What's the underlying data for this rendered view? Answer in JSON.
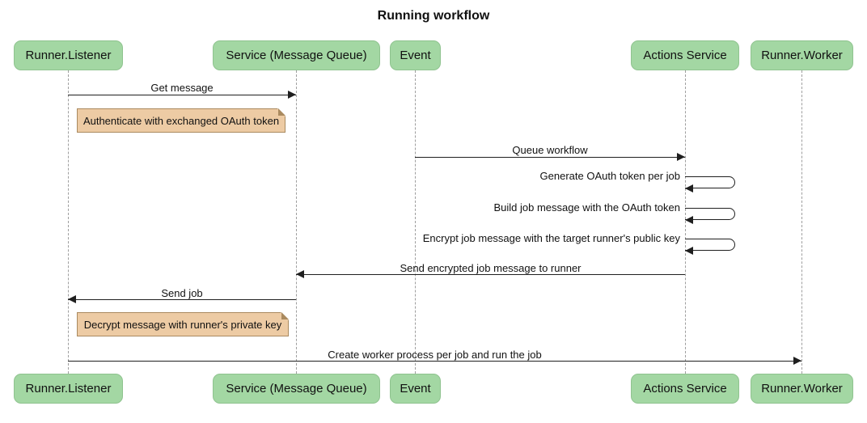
{
  "title": "Running workflow",
  "participants": [
    {
      "id": "runner-listener",
      "label": "Runner.Listener"
    },
    {
      "id": "service-message-queue",
      "label": "Service (Message Queue)"
    },
    {
      "id": "event",
      "label": "Event"
    },
    {
      "id": "actions-service",
      "label": "Actions Service"
    },
    {
      "id": "runner-worker",
      "label": "Runner.Worker"
    }
  ],
  "messages": {
    "get_message": {
      "label": "Get message",
      "from": "Runner.Listener",
      "to": "Service (Message Queue)"
    },
    "queue_workflow": {
      "label": "Queue workflow",
      "from": "Event",
      "to": "Actions Service"
    },
    "generate_token": {
      "label": "Generate OAuth token per job",
      "from": "Actions Service",
      "to": "Actions Service"
    },
    "build_job_message": {
      "label": "Build job message with the OAuth token",
      "from": "Actions Service",
      "to": "Actions Service"
    },
    "encrypt_job_message": {
      "label": "Encrypt job message with the target runner's public key",
      "from": "Actions Service",
      "to": "Actions Service"
    },
    "send_encrypted_job": {
      "label": "Send encrypted job message to runner",
      "from": "Actions Service",
      "to": "Service (Message Queue)"
    },
    "send_job": {
      "label": "Send job",
      "from": "Service (Message Queue)",
      "to": "Runner.Listener"
    },
    "create_worker": {
      "label": "Create worker process per job and run the job",
      "from": "Runner.Listener",
      "to": "Runner.Worker"
    }
  },
  "notes": {
    "authenticate": {
      "label": "Authenticate with exchanged OAuth token",
      "over": "Runner.Listener"
    },
    "decrypt": {
      "label": "Decrypt message with runner's private key",
      "over": "Runner.Listener"
    }
  },
  "colors": {
    "participant_fill": "#A3D7A3",
    "participant_border": "#8FC38F",
    "note_fill": "#EDCBA4",
    "note_border": "#AA8A5F",
    "line": "#1F1F1F",
    "lifeline": "#9E9E9E",
    "background": "#FFFFFF",
    "text": "#111111"
  }
}
